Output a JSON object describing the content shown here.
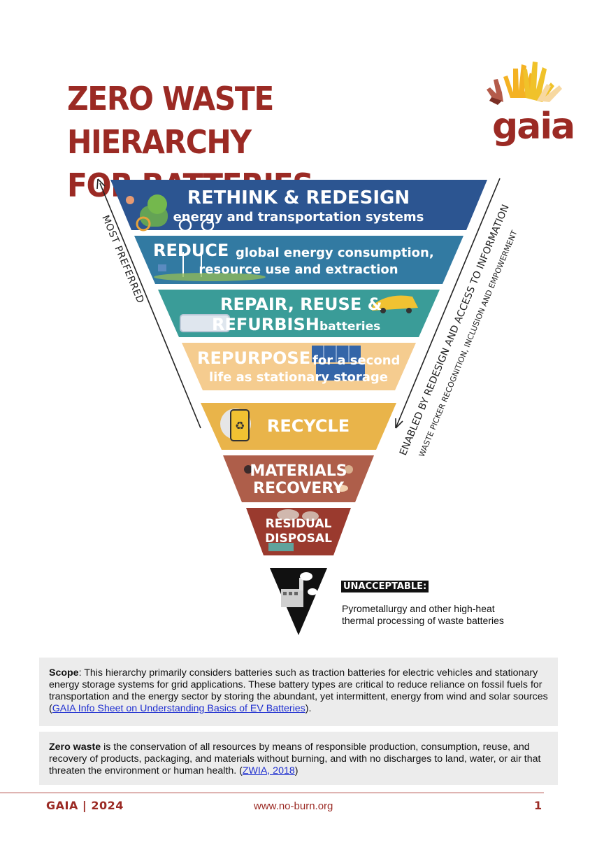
{
  "title": {
    "line1": "ZERO WASTE HIERARCHY",
    "line2": "FOR BATTERIES"
  },
  "logo": {
    "text": "gaia"
  },
  "left_arrow_label": "MOST PREFERRED",
  "right_arrow_label_1": "ENABLED BY REDESIGN AND ACCESS TO INFORMATION",
  "right_arrow_label_2": "WASTE PICKER RECOGNITION, INCLUSION AND EMPOWERMENT",
  "tiers": [
    {
      "heading": "RETHINK & REDESIGN",
      "sub": "energy and transportation systems",
      "color": "#2c5591"
    },
    {
      "heading": "REDUCE",
      "sub1": "global energy consumption,",
      "sub2": "resource use and extraction",
      "color": "#327aa2"
    },
    {
      "heading1": "REPAIR, REUSE &",
      "heading2": "REFURBISH",
      "sub": "batteries",
      "color": "#3a9c98"
    },
    {
      "heading": "REPURPOSE",
      "sub1": "for a second",
      "sub2": "life as stationary storage",
      "color": "#f5cc8f"
    },
    {
      "heading": "RECYCLE",
      "color": "#e9b44a"
    },
    {
      "heading1": "MATERIALS",
      "heading2": "RECOVERY",
      "color": "#ae5e4a"
    },
    {
      "heading1": "RESIDUAL",
      "heading2": "DISPOSAL",
      "color": "#9a3a2e"
    }
  ],
  "unacceptable": {
    "label": "UNACCEPTABLE:",
    "line1": "Pyrometallurgy and other high-heat",
    "line2": "thermal processing of waste batteries"
  },
  "scope": {
    "label": "Scope",
    "text": ": This hierarchy primarily considers batteries such as traction batteries for electric vehicles and stationary energy storage systems for grid applications. These battery types are critical to reduce reliance on fossil fuels for transportation and the energy sector by storing the abundant, yet intermittent, energy from wind and solar sources (",
    "link": "GAIA Info Sheet on Understanding Basics of EV Batteries",
    "end": ")."
  },
  "zero_waste": {
    "label": "Zero waste",
    "text": " is the conservation of all resources by means of responsible production, consumption, reuse, and recovery of products, packaging, and materials without burning, and with no discharges to land, water, or air that threaten the environment or human health. (",
    "link": "ZWIA, 2018",
    "end": ")"
  },
  "footer": {
    "left": "GAIA | 2024",
    "center": "www.no-burn.org",
    "page": "1"
  }
}
